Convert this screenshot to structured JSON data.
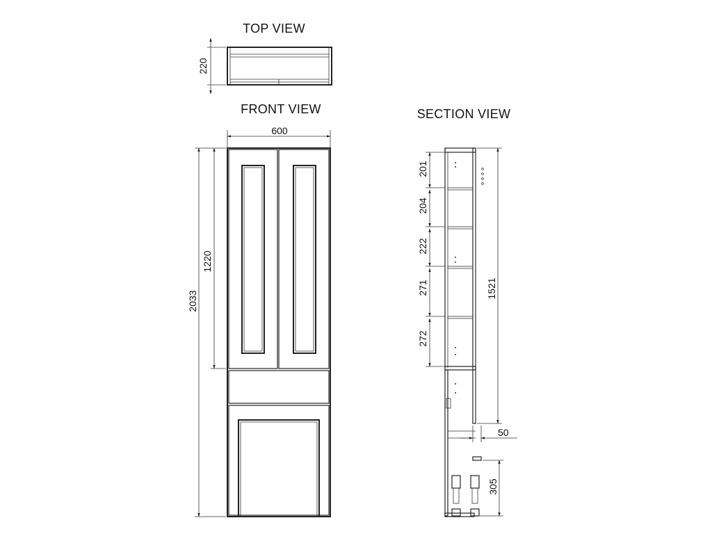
{
  "titles": {
    "top_view": "TOP VIEW",
    "front_view": "FRONT VIEW",
    "section_view": "SECTION VIEW"
  },
  "dimensions": {
    "top_depth": "220",
    "width": "600",
    "total_height": "2033",
    "door_height": "1220",
    "shelf_1": "201",
    "shelf_2": "204",
    "shelf_3": "222",
    "shelf_4": "271",
    "shelf_5": "272",
    "back_height": "1521",
    "back_offset": "50",
    "base_height": "305"
  }
}
